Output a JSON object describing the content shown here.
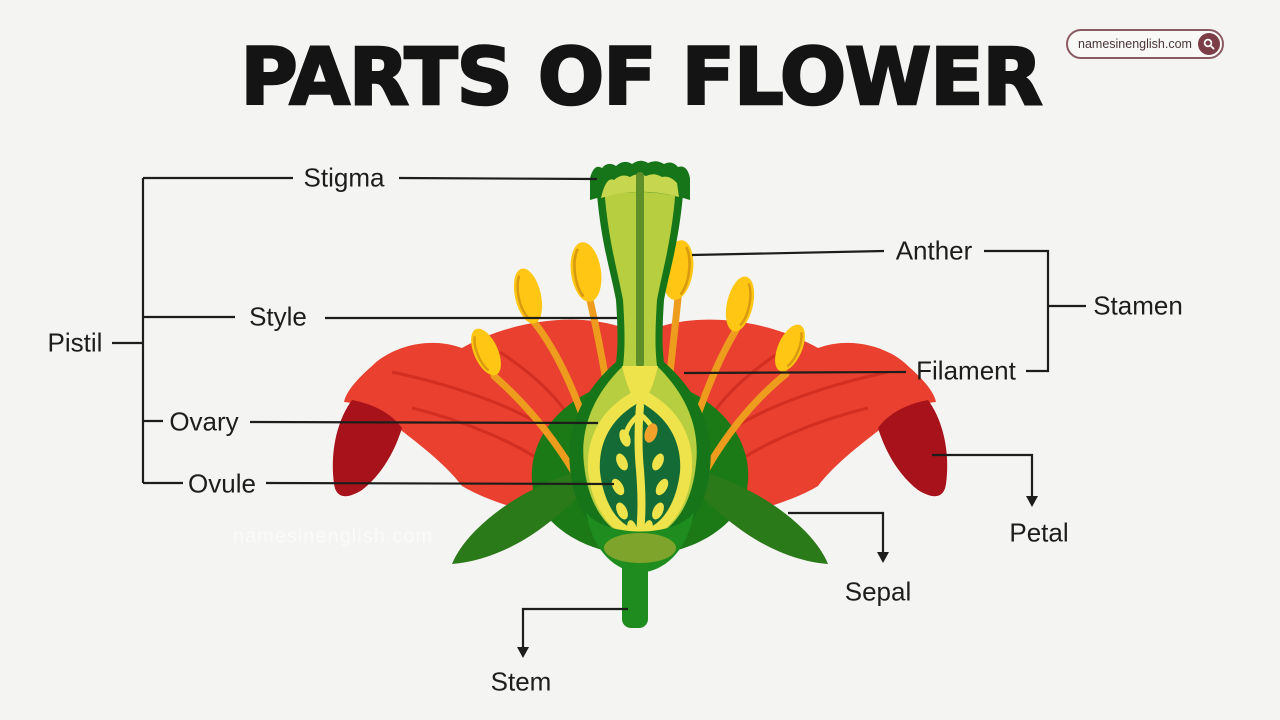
{
  "title": "PARTS OF FLOWER",
  "badge": {
    "text": "namesinenglish.com",
    "icon": "search-icon"
  },
  "watermark": "namesinenglish.com",
  "diagram": {
    "type": "labeled-diagram",
    "subject": "flower anatomy cross-section",
    "labels": {
      "stigma": "Stigma",
      "style": "Style",
      "pistil": "Pistil",
      "ovary": "Ovary",
      "ovule": "Ovule",
      "anther": "Anther",
      "filament": "Filament",
      "stamen": "Stamen",
      "petal": "Petal",
      "sepal": "Sepal",
      "stem": "Stem"
    },
    "groups": [
      {
        "name": "Pistil",
        "members": [
          "Stigma",
          "Style",
          "Ovary",
          "Ovule"
        ]
      },
      {
        "name": "Stamen",
        "members": [
          "Anther",
          "Filament"
        ]
      }
    ],
    "colors": {
      "background": "#f4f4f2",
      "petal_red": "#e9402f",
      "petal_dark_red": "#a8121a",
      "filament_orange": "#ee9c1e",
      "anther_yellow": "#ffc713",
      "pistil_green": "#167519",
      "style_light_green": "#b6ce3f",
      "ovary_ring_yellow": "#efe34b",
      "ovary_interior_green": "#156b35",
      "ovule_orange": "#f0a22b",
      "sepal_green": "#2b7a19",
      "stem_green": "#1f8c1f",
      "line_black": "#1d1d1b",
      "badge_maroon": "#7b3e47"
    }
  }
}
